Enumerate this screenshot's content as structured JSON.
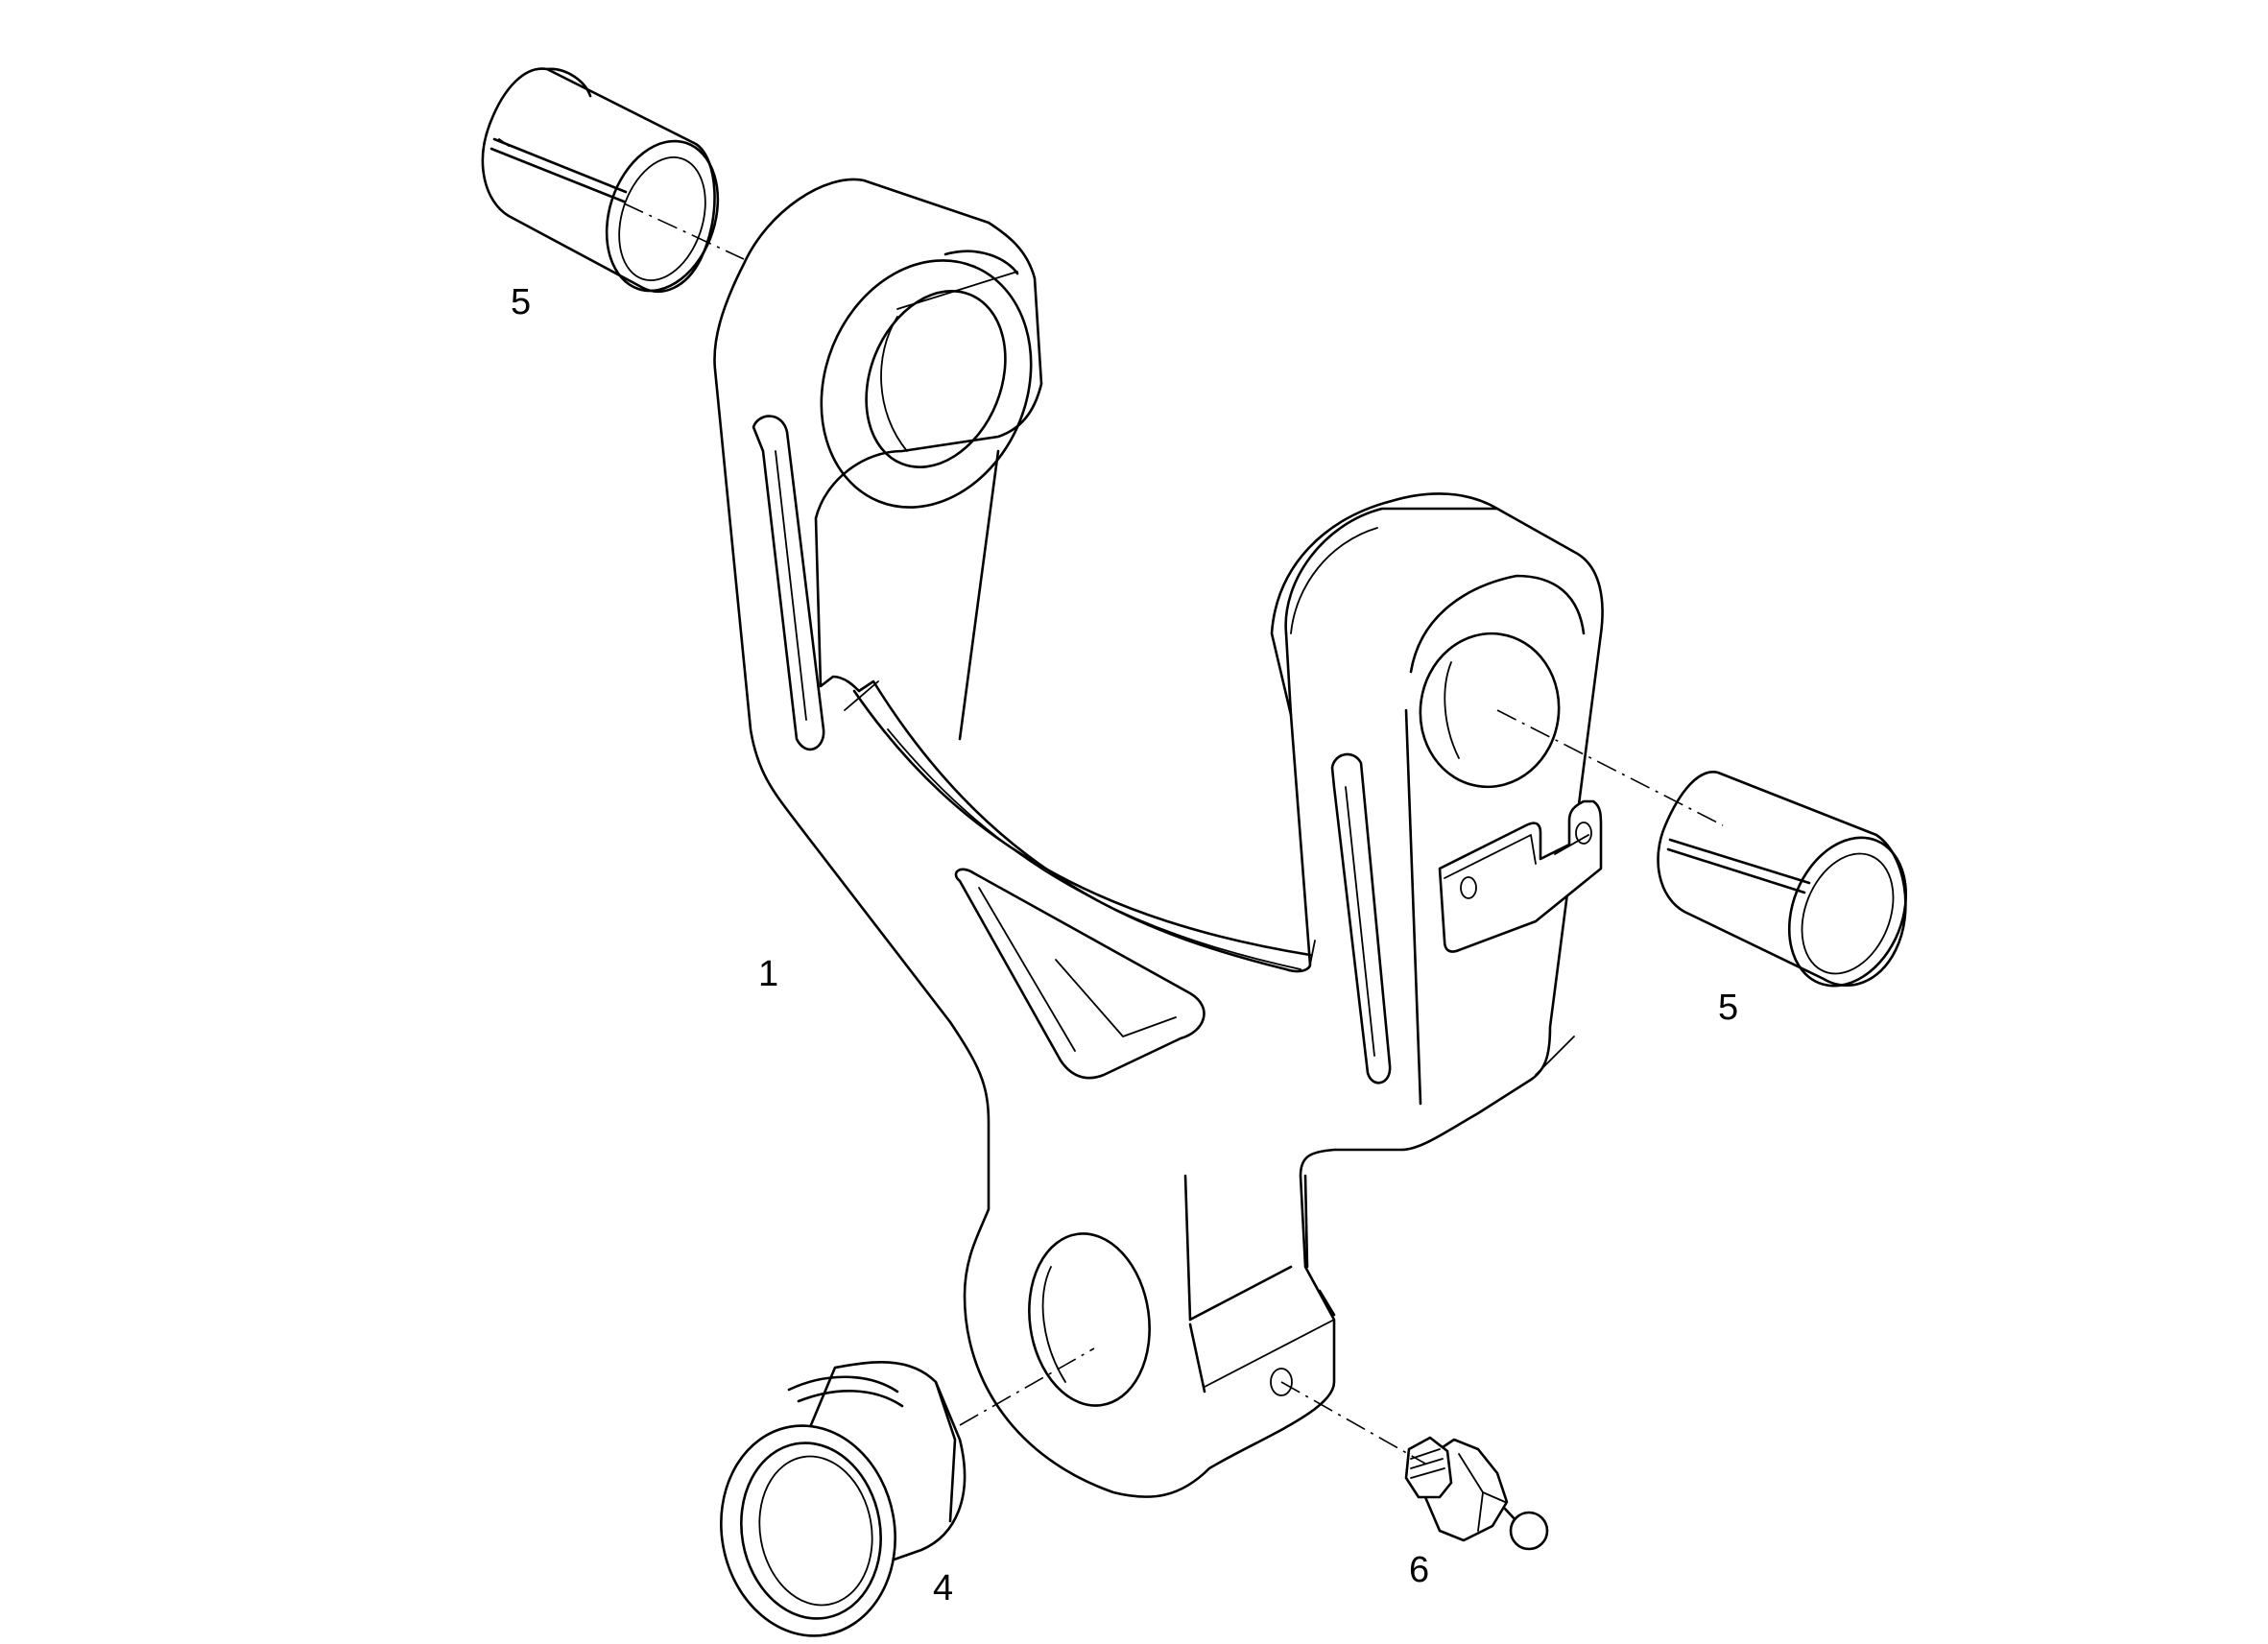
{
  "callouts": [
    {
      "label": "5"
    },
    {
      "label": "1"
    },
    {
      "label": "5"
    },
    {
      "label": "4"
    },
    {
      "label": "6"
    }
  ]
}
